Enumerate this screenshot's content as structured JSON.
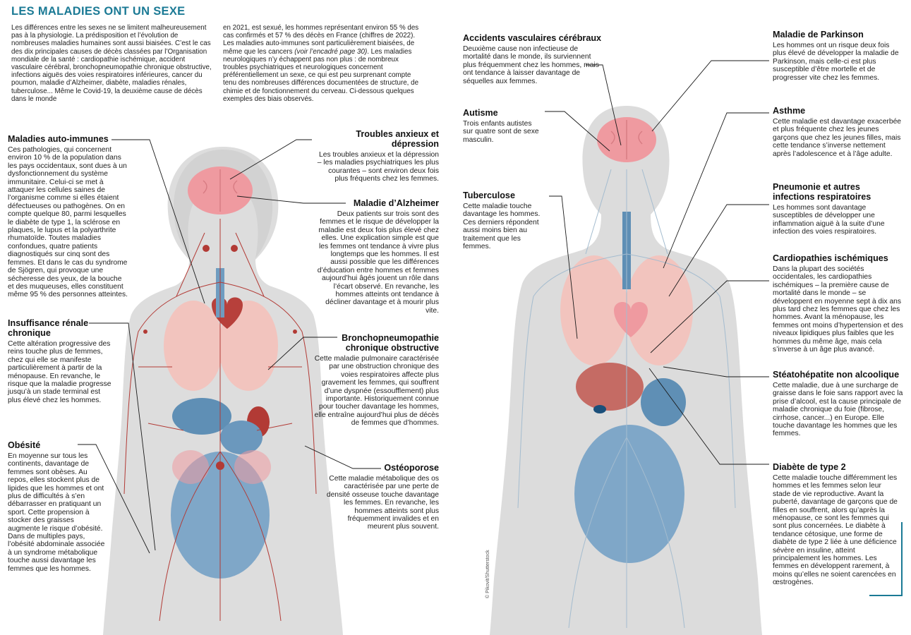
{
  "title": "LES MALADIES ONT UN SEXE",
  "intro": {
    "col1": "Les différences entre les sexes ne se limitent malheureusement pas à la physiologie. La prédisposition et l’évolution de nombreuses maladies humaines sont aussi biaisées. C’est le cas des dix principales causes de décès classées par l’Organisation mondiale de la santé : cardiopathie ischémique, accident vasculaire cérébral, bronchopneumopathie chronique obstructive, infections aiguës des voies respiratoires inférieures, cancer du poumon, maladie d’Alzheimer, diabète, maladies rénales, tuberculose... Même le Covid-19, la deuxième cause de décès dans le monde",
    "col2_a": "en 2021, est sexué, les hommes représentant environ 55 % des cas confirmés et 57 % des décès en France (chiffres de 2022). Les maladies auto-immunes sont particulièrement biaisées, de même que les cancers ",
    "col2_em": "(voir l’encadré page 30)",
    "col2_b": ". Les maladies neurologiques n’y échappent pas non plus : de nombreux troubles psychiatriques et neurologiques concernent préférentiellement un sexe, ce qui est peu surprenant compte tenu des nombreuses différences documentées de structure, de chimie et de fonctionnement du cerveau. Ci-dessous quelques exemples des biais observés."
  },
  "women": [
    {
      "title": "Maladies auto-immunes",
      "text": "Ces pathologies, qui concernent environ 10 % de la population dans les pays occidentaux, sont dues à un dysfonctionnement du système immunitaire. Celui-ci se met à attaquer les cellules saines de l’organisme comme si elles étaient défectueuses ou pathogènes. On en compte quelque 80, parmi lesquelles le diabète de type 1, la sclérose en plaques, le lupus et la polyarthrite rhumatoïde. Toutes maladies confondues, quatre patients diagnostiqués sur cinq sont des femmes. Et dans le cas du syndrome de Sjögren, qui provoque une sécheresse des yeux, de la bouche et des muqueuses, elles constituent même 95 % des personnes atteintes."
    },
    {
      "title": "Insuffisance rénale chronique",
      "text": "Cette altération progressive des reins touche plus de femmes, chez qui elle se manifeste particulièrement à partir de la ménopause. En revanche, le risque que la maladie progresse jusqu’à un stade terminal est plus élevé chez les hommes."
    },
    {
      "title": "Obésité",
      "text": "En moyenne sur tous les continents, davantage de femmes sont obèses. Au repos, elles stockent plus de lipides que les hommes et ont plus de difficultés à s’en débarrasser en pratiquant un sport. Cette propension à stocker des graisses augmente le risque d’obésité. Dans de multiples pays, l’obésité abdominale associée à un syndrome métabolique touche aussi davantage les femmes que les hommes."
    },
    {
      "title": "Troubles anxieux et dépression",
      "text": "Les troubles anxieux et la dépression – les maladies psychiatriques les plus courantes – sont environ deux fois plus fréquents chez les femmes."
    },
    {
      "title": "Maladie d’Alzheimer",
      "text": "Deux patients sur trois sont des femmes et le risque de développer la maladie est deux fois plus élevé chez elles. Une explication simple est que les femmes ont tendance à vivre plus longtemps que les hommes. Il est aussi possible que les différences d’éducation entre hommes et femmes aujourd’hui âgés jouent un rôle dans l’écart observé. En revanche, les hommes atteints ont tendance à décliner davantage et à mourir plus vite."
    },
    {
      "title": "Bronchopneumopathie chronique obstructive",
      "text": "Cette maladie pulmonaire caractérisée par une obstruction chronique des voies respiratoires affecte plus gravement les femmes, qui souffrent d’une dyspnée (essoufflement) plus importante. Historiquement connue pour toucher davantage les hommes, elle entraîne aujourd’hui plus de décès de femmes que d’hommes."
    },
    {
      "title": "Ostéoporose",
      "text": "Cette maladie métabolique des os caractérisée par une perte de densité osseuse touche davantage les femmes. En revanche, les hommes atteints sont plus fréquemment invalides et en meurent plus souvent."
    }
  ],
  "men": [
    {
      "title": "Accidents vasculaires cérébraux",
      "text": "Deuxième cause non infectieuse de mortalité dans le monde, ils surviennent plus fréquemment chez les hommes, mais ont tendance à laisser davantage de séquelles aux femmes."
    },
    {
      "title": "Autisme",
      "text": "Trois enfants autistes sur quatre sont de sexe masculin."
    },
    {
      "title": "Tuberculose",
      "text": "Cette maladie touche davantage les hommes. Ces derniers répondent aussi moins bien au traitement que les femmes."
    },
    {
      "title": "Maladie de Parkinson",
      "text": "Les hommes ont un risque deux fois plus élevé de développer la maladie de Parkinson, mais celle-ci est plus susceptible d’être mortelle et de progresser vite chez les femmes."
    },
    {
      "title": "Asthme",
      "text": "Cette maladie est davantage exacerbée et plus fréquente chez les jeunes garçons que chez les jeunes filles, mais cette tendance s’inverse nettement après l’adolescence et à l’âge adulte."
    },
    {
      "title": "Pneumonie et autres infections respiratoires",
      "text": "Les hommes sont davantage susceptibles de développer une inflammation aiguë à la suite d’une infection des voies respiratoires."
    },
    {
      "title": "Cardiopathies ischémiques",
      "text": "Dans la plupart des sociétés occidentales, les cardiopathies ischémiques – la première cause de mortalité dans le monde – se développent en moyenne sept à dix ans plus tard chez les femmes que chez les hommes. Avant la ménopause, les femmes ont moins d’hypertension et des niveaux lipidiques plus faibles que les hommes du même âge, mais cela s’inverse à un âge plus avancé."
    },
    {
      "title": "Stéatohépatite non alcoolique",
      "text": "Cette maladie, due à une surcharge de graisse dans le foie sans rapport avec la prise d’alcool, est la cause principale de maladie chronique du foie (fibrose, cirrhose, cancer...) en Europe. Elle touche davantage les hommes que les femmes."
    },
    {
      "title": "Diabète de type 2",
      "text": "Cette maladie touche différemment les hommes et les femmes selon leur stade de vie reproductive. Avant la puberté, davantage de garçons que de filles en souffrent, alors qu’après la ménopause, ce sont les femmes qui sont plus concernées. Le diabète à tendance cétosique, une forme de diabète de type 2 liée à une déficience sévère en insuline, atteint principalement les hommes. Les femmes en développent rarement, à moins qu’elles ne soient carencées en œstrogènes."
    }
  ],
  "credit": "© Pikovit/Shutterstock",
  "colors": {
    "title": "#1b7a95",
    "body_silhouette": "#dcdcdc",
    "brain": "#ef9a9f",
    "lungs": "#f2c3bd",
    "vessels_female": "#b23a35",
    "organs_blue": "#5f8fb5",
    "vessels_male": "#9fb8cc"
  },
  "icons": {
    "diagram": "female-anatomy-figure",
    "diagram2": "male-anatomy-figure"
  }
}
